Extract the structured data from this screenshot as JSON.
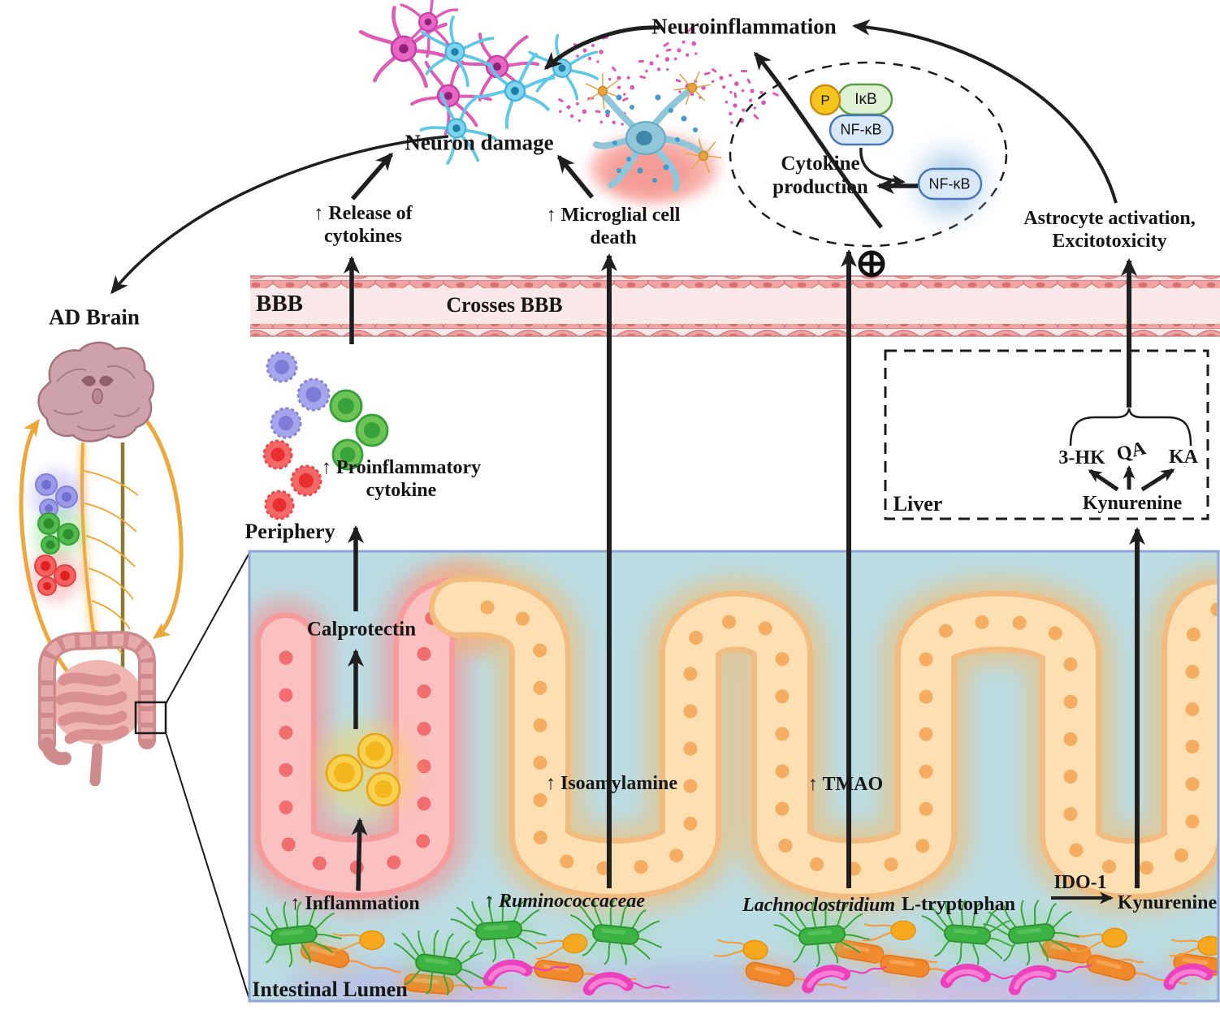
{
  "figure": {
    "description": "Gut-brain axis pathway diagram linking intestinal microbiota metabolites to neuroinflammation in the AD brain"
  },
  "brain_region": {
    "neuroinflammation": "Neuroinflammation",
    "neuron_damage": "Neuron damage",
    "release_line1": "↑ Release of",
    "release_line2": "cytokines",
    "microglial_line1": "↑ Microglial cell",
    "microglial_line2": "death",
    "astrocyte_line1": "Astrocyte activation,",
    "astrocyte_line2": "Excitotoxicity",
    "ad_brain": "AD Brain"
  },
  "nfkb_pathway": {
    "phospho": "P",
    "ikb": "IκB",
    "nfkb_bound": "NF-κB",
    "nfkb_free": "NF-κB",
    "cytokine_line1": "Cytokine",
    "cytokine_line2": "production",
    "plus_sign": "⊕"
  },
  "bbb": {
    "label": "BBB",
    "crosses": "Crosses BBB"
  },
  "periphery": {
    "label": "Periphery",
    "proinflammatory_line1": "↑ Proinflammatory",
    "proinflammatory_line2": "cytokine",
    "calprotectin": "Calprotectin"
  },
  "liver_box": {
    "label": "Liver",
    "hk3": "3-HK",
    "qa": "QA",
    "ka": "KA",
    "kynurenine": "Kynurenine"
  },
  "gut": {
    "inflammation": "↑ Inflammation",
    "isoamylamine": "↑ Isoamylamine",
    "ruminococcaceae": "↑ Ruminococcaceae",
    "tmao": "↑ TMAO",
    "lachnoclostridium": "Lachnoclostridium",
    "l_tryptophan": "L-tryptophan",
    "ido1": "IDO-1",
    "kynurenine": "Kynurenine",
    "intestinal_lumen": "Intestinal Lumen"
  },
  "colors": {
    "panel_bg": "#b7dae0",
    "panel_border": "#8fa6d6",
    "bbb_fill": "#fbe9e9",
    "bbb_cell": "#f2a3a3",
    "epithelium_pink": "#fbc0c0",
    "epithelium_orange": "#fddfb2",
    "bacteria_green": "#3db343",
    "bacteria_orange": "#f0882c",
    "bacteria_pink": "#ee3fbc",
    "calprotectin_yellow": "#f8ca39",
    "nerve_orange": "#f2a93c",
    "neuron_magenta": "#e05ab8",
    "neuron_cyan": "#5ec8e8",
    "arrow_black": "#1f1f1f"
  }
}
